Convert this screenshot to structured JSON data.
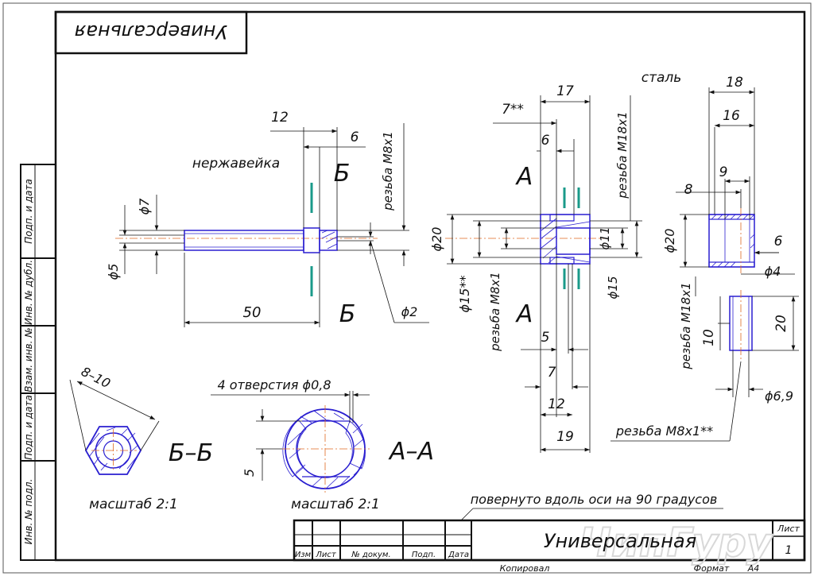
{
  "stamp_title": "Универсальная",
  "stamp_title_mirrored": "Универсальная",
  "watermark": "ЧипГуру",
  "sheet": {
    "label": "Лист",
    "number": "1"
  },
  "footer": {
    "copied": "Копировал",
    "format_label": "Формат",
    "format_value": "А4"
  },
  "title_block_headers": [
    "Изм",
    "Лист",
    "№ докум.",
    "Подп.",
    "Дата"
  ],
  "side_labels": [
    "Инв. № подл.",
    "Подп. и дата",
    "Взам. инв. №",
    "Инв. № дубл.",
    "Подп. и дата"
  ],
  "materials": {
    "stainless": "нержавейка",
    "steel": "сталь"
  },
  "section_labels": {
    "b": "Б",
    "a": "А",
    "bb": "Б–Б",
    "aa": "А–А"
  },
  "scale_labels": [
    "масштаб 2:1",
    "масштаб 2:1"
  ],
  "notes": {
    "holes": "4 отверстия ϕ0,8",
    "thread_m8": "резьба М8х1**",
    "rotated": "повернуто вдоль оси на 90 градусов"
  },
  "thread_labels": {
    "m8_part1": "резьба М8х1",
    "m18_part2": "резьба М18х1",
    "m8_part2": "резьба М8х1",
    "m18_part3": "резьба М18х1"
  },
  "dims": {
    "d12": "12",
    "d6": "6",
    "d7phi": "ϕ7",
    "d5phi": "ϕ5",
    "d50": "50",
    "d2phi": "ϕ2",
    "d17": "17",
    "d7star": "7**",
    "d6b": "6",
    "d20phi": "ϕ20",
    "d15star": "ϕ15**",
    "d11phi": "ϕ11",
    "d15phi": "ϕ15",
    "d5": "5",
    "d7b": "7",
    "d12b": "12",
    "d19": "19",
    "d18": "18",
    "d16": "16",
    "d9": "9",
    "d8": "8",
    "d20phib": "ϕ20",
    "d6c": "6",
    "d4phi": "ϕ4",
    "d10": "10",
    "d20": "20",
    "d69phi": "ϕ6,9",
    "d810": "8–10",
    "d5b": "5"
  }
}
